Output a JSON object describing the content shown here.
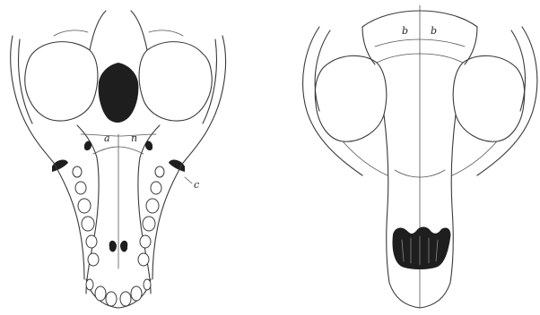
{
  "figure": {
    "left_view": {
      "labels": {
        "a": "a",
        "n": "n",
        "c": "c"
      }
    },
    "right_view": {
      "labels": {
        "b_left": "b",
        "b_right": "b"
      }
    }
  }
}
